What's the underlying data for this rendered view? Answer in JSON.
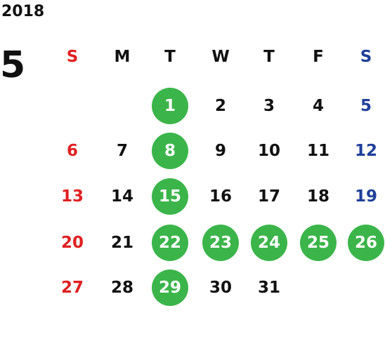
{
  "header": {
    "year": "2018",
    "month": "5"
  },
  "weekdays": [
    "S",
    "M",
    "T",
    "W",
    "T",
    "F",
    "S"
  ],
  "colors": {
    "sunday": "#e02020",
    "saturday": "#1f3f9a",
    "weekday": "#111111",
    "highlight": "#3bb54a"
  },
  "weeks": [
    [
      null,
      null,
      {
        "d": "1",
        "hl": true
      },
      {
        "d": "2"
      },
      {
        "d": "3"
      },
      {
        "d": "4"
      },
      {
        "d": "5"
      }
    ],
    [
      {
        "d": "6"
      },
      {
        "d": "7"
      },
      {
        "d": "8",
        "hl": true
      },
      {
        "d": "9"
      },
      {
        "d": "10"
      },
      {
        "d": "11"
      },
      {
        "d": "12"
      }
    ],
    [
      {
        "d": "13"
      },
      {
        "d": "14"
      },
      {
        "d": "15",
        "hl": true
      },
      {
        "d": "16"
      },
      {
        "d": "17"
      },
      {
        "d": "18"
      },
      {
        "d": "19"
      }
    ],
    [
      {
        "d": "20"
      },
      {
        "d": "21"
      },
      {
        "d": "22",
        "hl": true
      },
      {
        "d": "23",
        "hl": true
      },
      {
        "d": "24",
        "hl": true
      },
      {
        "d": "25",
        "hl": true
      },
      {
        "d": "26",
        "hl": true
      }
    ],
    [
      {
        "d": "27"
      },
      {
        "d": "28"
      },
      {
        "d": "29",
        "hl": true
      },
      {
        "d": "30"
      },
      {
        "d": "31"
      },
      null,
      null
    ]
  ]
}
